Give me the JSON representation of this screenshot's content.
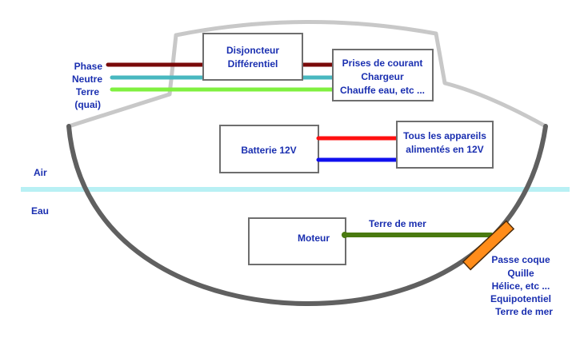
{
  "labels": {
    "phase": "Phase",
    "neutre": "Neutre",
    "terre": "Terre",
    "quai": "(quai)",
    "air": "Air",
    "eau": "Eau",
    "terre_de_mer": "Terre de mer"
  },
  "boxes": {
    "disjoncteur": [
      "Disjoncteur",
      "Différentiel"
    ],
    "prises": [
      "Prises de courant",
      "Chargeur",
      "Chauffe eau, etc ..."
    ],
    "batterie": "Batterie 12V",
    "appareils": [
      "Tous les appareils",
      "alimentés en 12V"
    ],
    "moteur": "Moteur"
  },
  "passe_coque": [
    "Passe coque",
    "Quille",
    "Hélice, etc ...",
    "Equipotentiel",
    "Terre de mer"
  ],
  "colors": {
    "text": "#1a2fb0",
    "phase_wire": "#7a0a0a",
    "neutre_wire": "#48b8c0",
    "terre_wire": "#80f040",
    "dc_positive": "#ff1010",
    "dc_negative": "#1010ee",
    "sea_ground": "#4a7a10",
    "waterline": "#b8f0f4",
    "hull": "#606060",
    "cabin": "#c8c8c8",
    "passe_coque": "#ff8c1a"
  }
}
